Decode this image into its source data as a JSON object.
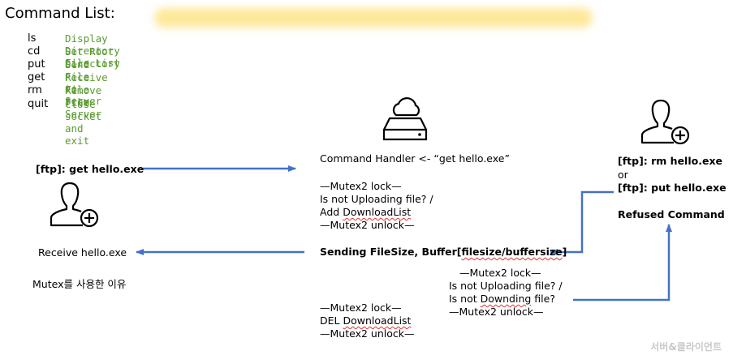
{
  "title": "Command List:",
  "commands": [
    {
      "name": "ls",
      "desc": "Display Directory File List"
    },
    {
      "name": "cd",
      "desc": "Set Root Directory"
    },
    {
      "name": "put",
      "desc": "Send File to Server"
    },
    {
      "name": "get",
      "desc": "Receive File from Server"
    },
    {
      "name": "rm",
      "desc": "Remove File"
    },
    {
      "name": "quit",
      "desc": "Close socket and exit"
    }
  ],
  "left_client": {
    "command": "[ftp]: get hello.exe",
    "receive": "Receive hello.exe",
    "mutex_note": "Mutex를 사용한 이유"
  },
  "server": {
    "handler": "Command Handler <- “get hello.exe”",
    "lock": "—Mutex2 lock—",
    "check": "Is not Uploading file? /",
    "add_prefix": "Add ",
    "add_word": "DownloadList",
    "unlock": "—Mutex2 unlock—",
    "sending_a": "Sending FileSize, Buffer[",
    "sending_b": "filesize/buffersize",
    "sending_c": "]",
    "lock2": "—Mutex2 lock—",
    "check2": "Is not Uploading file? /",
    "check3_a": "Is not ",
    "check3_b": "Downding",
    "check3_c": " file?",
    "unlock2": "—Mutex2 unlock—",
    "lock3": "—Mutex2 lock—",
    "del_prefix": "DEL ",
    "del_word": "DownloadList",
    "unlock3": "—Mutex2 unlock—"
  },
  "right_client": {
    "rm": "[ftp]: rm hello.exe",
    "or": "or",
    "put": "[ftp]: put hello.exe",
    "refused": "Refused Command"
  },
  "watermark": "서버&클라이언트",
  "colors": {
    "arrow": "#4472c4",
    "code_green": "#5b9a33",
    "highlight": "#fde89a"
  },
  "icons": [
    "server-cloud-icon",
    "user-add-icon-left",
    "user-add-icon-right"
  ]
}
